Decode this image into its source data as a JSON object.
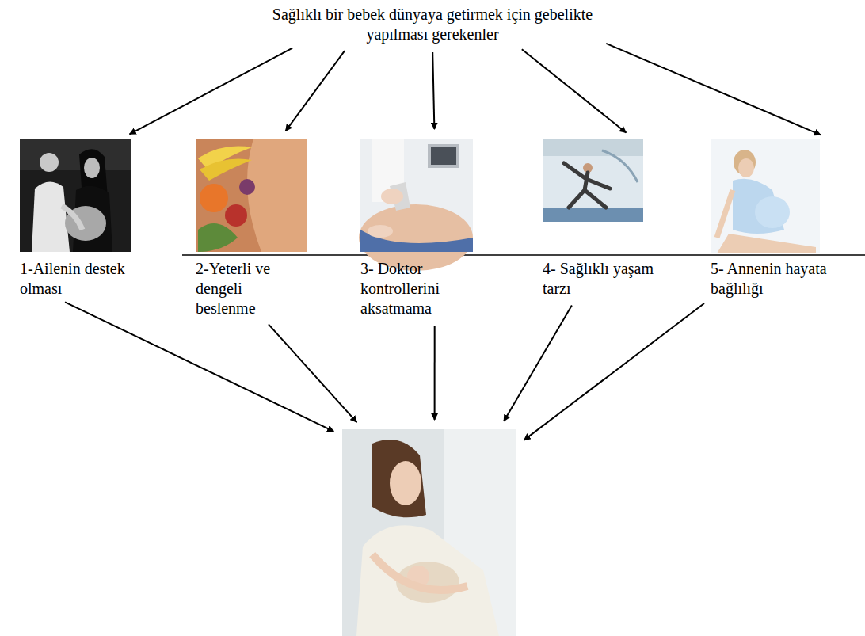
{
  "diagram": {
    "nodes": [
      {
        "text": [
          "Sağlıklı bir bebek dünyaya getirmek için gebelikte yapılması gerekenler"
        ]
      },
      {
        "text": [
          "1-Ailenin destek olması"
        ]
      },
      {
        "text": [
          "2-Yeterli ve dengeli beslenme"
        ]
      },
      {
        "text": [
          "3- Doktor kontrollerini aksatmama"
        ]
      },
      {
        "text": [
          "4- Sağlıklı yaşam tarzı"
        ]
      },
      {
        "text": [
          "5- Annenin hayata bağlılığı"
        ]
      },
      {
        "text": []
      }
    ],
    "edges": [
      {
        "from": 0,
        "to": 1,
        "arrow": "to"
      },
      {
        "from": 0,
        "to": 2,
        "arrow": "to"
      },
      {
        "from": 0,
        "to": 3,
        "arrow": "to"
      },
      {
        "from": 0,
        "to": 4,
        "arrow": "to"
      },
      {
        "from": 0,
        "to": 5,
        "arrow": "to"
      },
      {
        "from": 1,
        "to": 6,
        "arrow": "to"
      },
      {
        "from": 2,
        "to": 6,
        "arrow": "to"
      },
      {
        "from": 3,
        "to": 6,
        "arrow": "to"
      },
      {
        "from": 4,
        "to": 6,
        "arrow": "to"
      },
      {
        "from": 5,
        "to": 6,
        "arrow": "to"
      }
    ]
  }
}
